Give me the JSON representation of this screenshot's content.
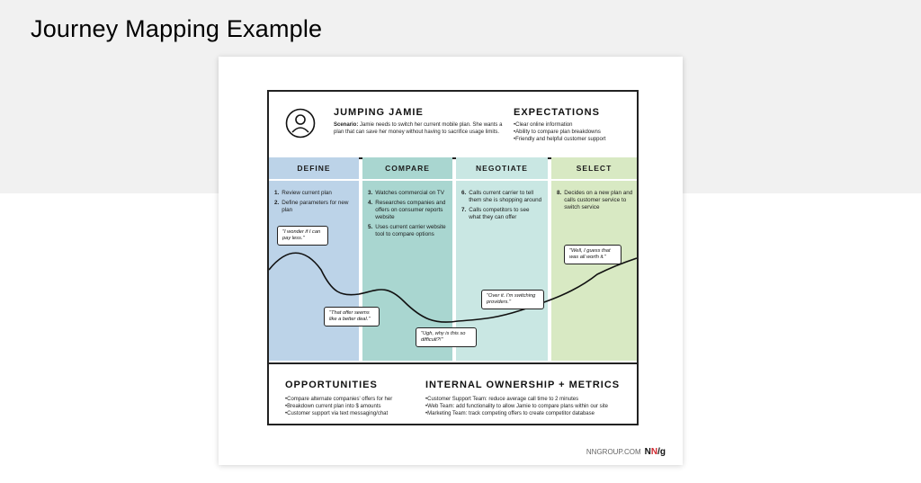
{
  "slide_title": "Journey Mapping Example",
  "persona": {
    "name": "JUMPING JAMIE",
    "scenario_label": "Scenario:",
    "scenario_text": "Jamie needs to switch her current mobile plan. She wants a plan that can save her money without having to sacrifice usage limits."
  },
  "expectations": {
    "title": "EXPECTATIONS",
    "items": [
      "Clear online information",
      "Ability to compare plan breakdowns",
      "Friendly and helpful customer support"
    ]
  },
  "phases": [
    {
      "name": "DEFINE",
      "steps": [
        {
          "n": "1.",
          "text": "Review current plan"
        },
        {
          "n": "2.",
          "text": "Define parameters for new plan"
        }
      ]
    },
    {
      "name": "COMPARE",
      "steps": [
        {
          "n": "3.",
          "text": "Watches commercial on TV"
        },
        {
          "n": "4.",
          "text": "Researches companies and offers on consumer reports website"
        },
        {
          "n": "5.",
          "text": "Uses current carrier website tool to compare options"
        }
      ]
    },
    {
      "name": "NEGOTIATE",
      "steps": [
        {
          "n": "6.",
          "text": "Calls current carrier to tell them she is shopping around"
        },
        {
          "n": "7.",
          "text": "Calls competitors to see what they can offer"
        }
      ]
    },
    {
      "name": "SELECT",
      "steps": [
        {
          "n": "8.",
          "text": "Decides on a new plan and calls customer service to switch service"
        }
      ]
    }
  ],
  "thoughts": [
    "\"I wonder if I can pay less.\"",
    "\"That offer seems like a better deal.\"",
    "\"Ugh, why is this so difficult?!\"",
    "\"Over it. I'm switching providers.\"",
    "\"Well, I guess that was all worth it.\""
  ],
  "opportunities": {
    "title": "OPPORTUNITIES",
    "items": [
      "Compare alternate companies' offers for her",
      "Breakdown current plan into $ amounts",
      "Customer support via text messaging/chat"
    ]
  },
  "ownership": {
    "title": "INTERNAL OWNERSHIP + METRICS",
    "items": [
      "Customer Support Team: reduce average call time to 2 minutes",
      "Web Team: add functionality to allow Jamie to compare plans within our site",
      "Marketing Team: track competing offers to create competitor database"
    ]
  },
  "credit": {
    "site": "NNGROUP.COM",
    "logo_n1": "N",
    "logo_n2": "N",
    "logo_g": "/g"
  },
  "colors": {
    "define": "#bcd3e8",
    "compare": "#a9d6d0",
    "negotiate": "#c9e7e3",
    "select": "#d8e9c3",
    "logo_accent": "#d0282e"
  }
}
